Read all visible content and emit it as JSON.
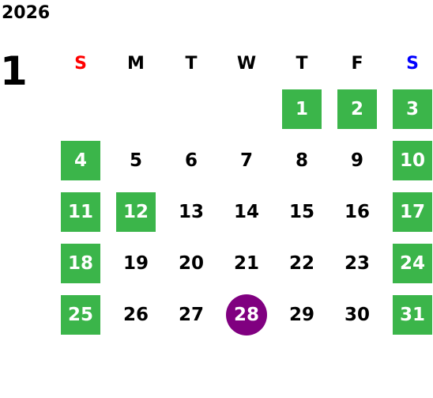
{
  "year": "2026",
  "month": "1",
  "weekdays": [
    {
      "label": "S",
      "color": "#ff0000"
    },
    {
      "label": "M",
      "color": "#000000"
    },
    {
      "label": "T",
      "color": "#000000"
    },
    {
      "label": "W",
      "color": "#000000"
    },
    {
      "label": "T",
      "color": "#000000"
    },
    {
      "label": "F",
      "color": "#000000"
    },
    {
      "label": "S",
      "color": "#0000ff"
    }
  ],
  "colors": {
    "holiday_bg": "#3bb54a",
    "today_bg": "#800080",
    "sunday": "#ff0000",
    "saturday": "#0000ff"
  },
  "weeks": [
    [
      {
        "day": ""
      },
      {
        "day": ""
      },
      {
        "day": ""
      },
      {
        "day": ""
      },
      {
        "day": "1",
        "holiday": true
      },
      {
        "day": "2",
        "holiday": true
      },
      {
        "day": "3",
        "holiday": true
      }
    ],
    [
      {
        "day": "4",
        "holiday": true
      },
      {
        "day": "5"
      },
      {
        "day": "6"
      },
      {
        "day": "7"
      },
      {
        "day": "8"
      },
      {
        "day": "9"
      },
      {
        "day": "10",
        "holiday": true
      }
    ],
    [
      {
        "day": "11",
        "holiday": true
      },
      {
        "day": "12",
        "holiday": true
      },
      {
        "day": "13"
      },
      {
        "day": "14"
      },
      {
        "day": "15"
      },
      {
        "day": "16"
      },
      {
        "day": "17",
        "holiday": true
      }
    ],
    [
      {
        "day": "18",
        "holiday": true
      },
      {
        "day": "19"
      },
      {
        "day": "20"
      },
      {
        "day": "21"
      },
      {
        "day": "22"
      },
      {
        "day": "23"
      },
      {
        "day": "24",
        "holiday": true
      }
    ],
    [
      {
        "day": "25",
        "holiday": true
      },
      {
        "day": "26"
      },
      {
        "day": "27"
      },
      {
        "day": "28",
        "today": true
      },
      {
        "day": "29"
      },
      {
        "day": "30"
      },
      {
        "day": "31",
        "holiday": true
      }
    ]
  ]
}
